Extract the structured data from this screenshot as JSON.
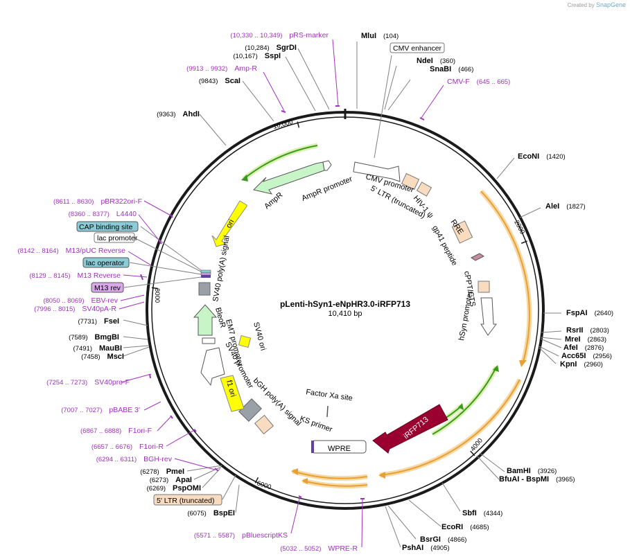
{
  "credit": {
    "prefix": "Created by",
    "brand": "SnapGene"
  },
  "plasmid": {
    "name": "pLenti-hSyn1-eNpHR3.0-iRFP713",
    "size": "10,410 bp"
  },
  "ticks": [
    "10,000",
    "2000",
    "4000",
    "6000",
    "8000"
  ],
  "enzymes": [
    {
      "name": "MluI",
      "pos": "(104)"
    },
    {
      "name": "NdeI",
      "pos": "(360)"
    },
    {
      "name": "SnaBI",
      "pos": "(466)"
    },
    {
      "name": "EcoNI",
      "pos": "(1420)"
    },
    {
      "name": "AleI",
      "pos": "(1827)"
    },
    {
      "name": "FspAI",
      "pos": "(2640)"
    },
    {
      "name": "RsrII",
      "pos": "(2803)"
    },
    {
      "name": "MreI",
      "pos": "(2863)"
    },
    {
      "name": "AfeI",
      "pos": "(2876)"
    },
    {
      "name": "Acc65I",
      "pos": "(2956)"
    },
    {
      "name": "KpnI",
      "pos": "(2960)"
    },
    {
      "name": "BamHI",
      "pos": "(3926)"
    },
    {
      "name": "BfuAI - BspMI",
      "pos": "(3965)"
    },
    {
      "name": "SbfI",
      "pos": "(4344)"
    },
    {
      "name": "EcoRI",
      "pos": "(4685)"
    },
    {
      "name": "BsrGI",
      "pos": "(4866)"
    },
    {
      "name": "PshAI",
      "pos": "(4905)"
    },
    {
      "name": "SgrDI",
      "pos": "(10,284)"
    },
    {
      "name": "SspI",
      "pos": "(10,167)"
    },
    {
      "name": "ScaI",
      "pos": "(9843)"
    },
    {
      "name": "AhdI",
      "pos": "(9363)"
    },
    {
      "name": "FseI",
      "pos": "(7731)"
    },
    {
      "name": "BmgBI",
      "pos": "(7589)"
    },
    {
      "name": "MauBI",
      "pos": "(7491)"
    },
    {
      "name": "MscI",
      "pos": "(7458)"
    },
    {
      "name": "PmeI",
      "pos": "(6278)"
    },
    {
      "name": "ApaI",
      "pos": "(6273)"
    },
    {
      "name": "PspOMI",
      "pos": "(6269)"
    },
    {
      "name": "BspEI",
      "pos": "(6075)"
    }
  ],
  "primers": [
    {
      "name": "pRS-marker",
      "pos": "(10,330 .. 10,349)"
    },
    {
      "name": "Amp-R",
      "pos": "(9913 .. 9932)"
    },
    {
      "name": "CMV-F",
      "pos": "(645 .. 665)"
    },
    {
      "name": "pBR322ori-F",
      "pos": "(8611 .. 8630)"
    },
    {
      "name": "L4440",
      "pos": "(8360 .. 8377)"
    },
    {
      "name": "M13/pUC Reverse",
      "pos": "(8142 .. 8164)"
    },
    {
      "name": "M13 Reverse",
      "pos": "(8129 .. 8145)"
    },
    {
      "name": "EBV-rev",
      "pos": "(8050 .. 8069)"
    },
    {
      "name": "SV40pA-R",
      "pos": "(7996 .. 8015)"
    },
    {
      "name": "SV40pro-F",
      "pos": "(7254 .. 7273)"
    },
    {
      "name": "pBABE 3'",
      "pos": "(7007 .. 7027)"
    },
    {
      "name": "F1ori-F",
      "pos": "(6867 .. 6888)"
    },
    {
      "name": "F1ori-R",
      "pos": "(6657 .. 6676)"
    },
    {
      "name": "BGH-rev",
      "pos": "(6294 .. 6311)"
    },
    {
      "name": "pBluescriptKS",
      "pos": "(5571 .. 5587)"
    },
    {
      "name": "WPRE-R",
      "pos": "(5032 .. 5052)"
    }
  ],
  "boxed_labels": {
    "cmv_enhancer": "CMV enhancer",
    "cap_binding_site": "CAP binding site",
    "lac_promoter": "lac promoter",
    "lac_operator": "lac operator",
    "m13_rev": "M13 rev",
    "ltr_bottom": "5' LTR (truncated)",
    "wpre": "WPRE"
  },
  "features": {
    "cmv_promoter": "CMV promoter",
    "ltr5": "5' LTR (truncated)",
    "hiv_psi": "HIV-1 ψ",
    "rre": "RRE",
    "gp41": "gp41 peptide",
    "cppt": "cPPT/CTS",
    "hsyn": "hSyn promoter",
    "irfp": "iRFP713",
    "factor_xa": "Factor Xa site",
    "ks_primer": "KS primer",
    "bgh": "bGH poly(A) signal",
    "f1ori": "f1 ori",
    "sv40_promoter": "SV40 promoter",
    "em7": "EM7 promoter",
    "bleor": "BleoR",
    "sv40_ori": "SV40 ori",
    "sv40_polya": "SV40 poly(A) signal",
    "ori": "ori",
    "ampr": "AmpR",
    "ampr_promoter": "AmpR promoter"
  },
  "colors": {
    "backbone": "#1a1a1a",
    "enzyme_line": "#808080",
    "primer": "#a030c0",
    "orange_feature": "#e8a030",
    "orange_halo": "#f7d9a8",
    "green_feature": "#3a9a1a",
    "green_halo": "#d9f0b0",
    "irfp": "#9a0030",
    "ori_yellow": "#ffff00",
    "ampr_green": "#c8f5c8",
    "peach": "#f9dcc0",
    "lac_teal": "#8ccad6",
    "m13_violet": "#d8a8e8",
    "gray_box": "#9aa0a8"
  }
}
